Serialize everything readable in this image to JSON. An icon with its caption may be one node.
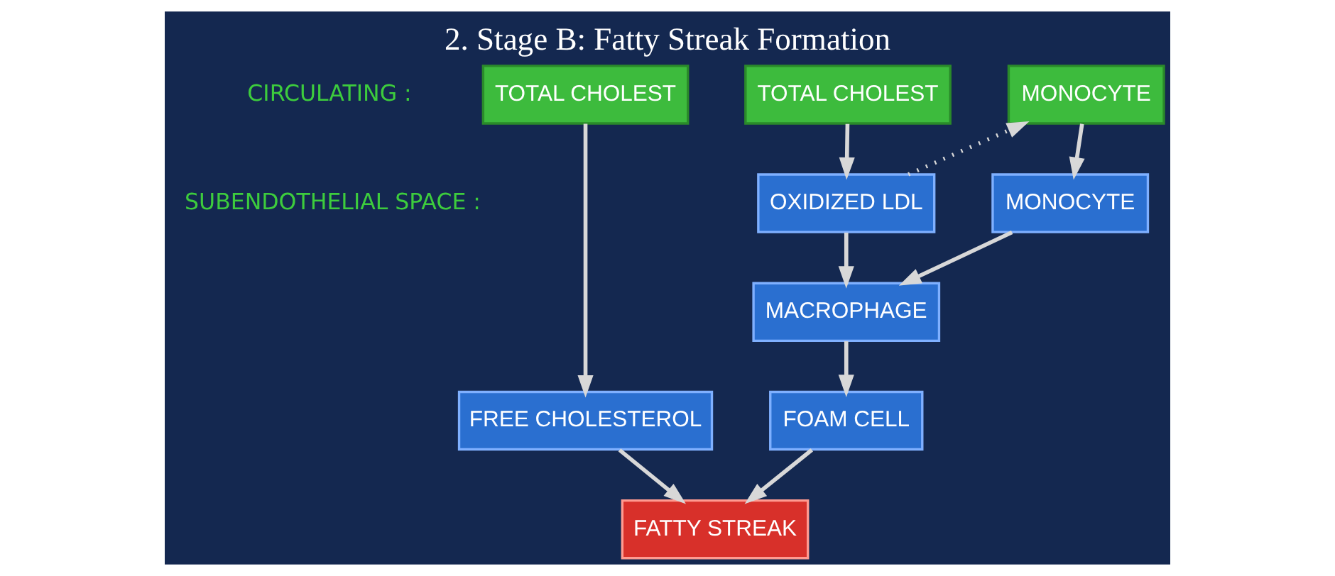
{
  "diagram": {
    "title": "2. Stage B: Fatty Streak Formation",
    "nodes": [
      {
        "text": [
          "TOTAL CHOLEST"
        ]
      },
      {
        "text": [
          "TOTAL CHOLEST"
        ]
      },
      {
        "text": [
          "MONOCYTE"
        ]
      },
      {
        "text": [
          "OXIDIZED LDL"
        ]
      },
      {
        "text": [
          "MONOCYTE"
        ]
      },
      {
        "text": [
          "MACROPHAGE"
        ]
      },
      {
        "text": [
          "FREE CHOLESTEROL"
        ]
      },
      {
        "text": [
          "FOAM CELL"
        ]
      },
      {
        "text": [
          "FATTY STREAK"
        ]
      }
    ],
    "edges": [
      {
        "from": 0,
        "to": 6,
        "arrow": "to"
      },
      {
        "from": 1,
        "to": 3,
        "arrow": "to"
      },
      {
        "from": 3,
        "to": 2,
        "arrow": "to",
        "style": "dashed"
      },
      {
        "from": 2,
        "to": 4,
        "arrow": "to"
      },
      {
        "from": 3,
        "to": 5,
        "arrow": "to"
      },
      {
        "from": 4,
        "to": 5,
        "arrow": "to"
      },
      {
        "from": 5,
        "to": 7,
        "arrow": "to"
      },
      {
        "from": 6,
        "to": 8,
        "arrow": "to"
      },
      {
        "from": 7,
        "to": 8,
        "arrow": "to"
      }
    ],
    "labels": [
      "CIRCULATING :",
      "SUBENDOTHELIAL SPACE :"
    ]
  }
}
